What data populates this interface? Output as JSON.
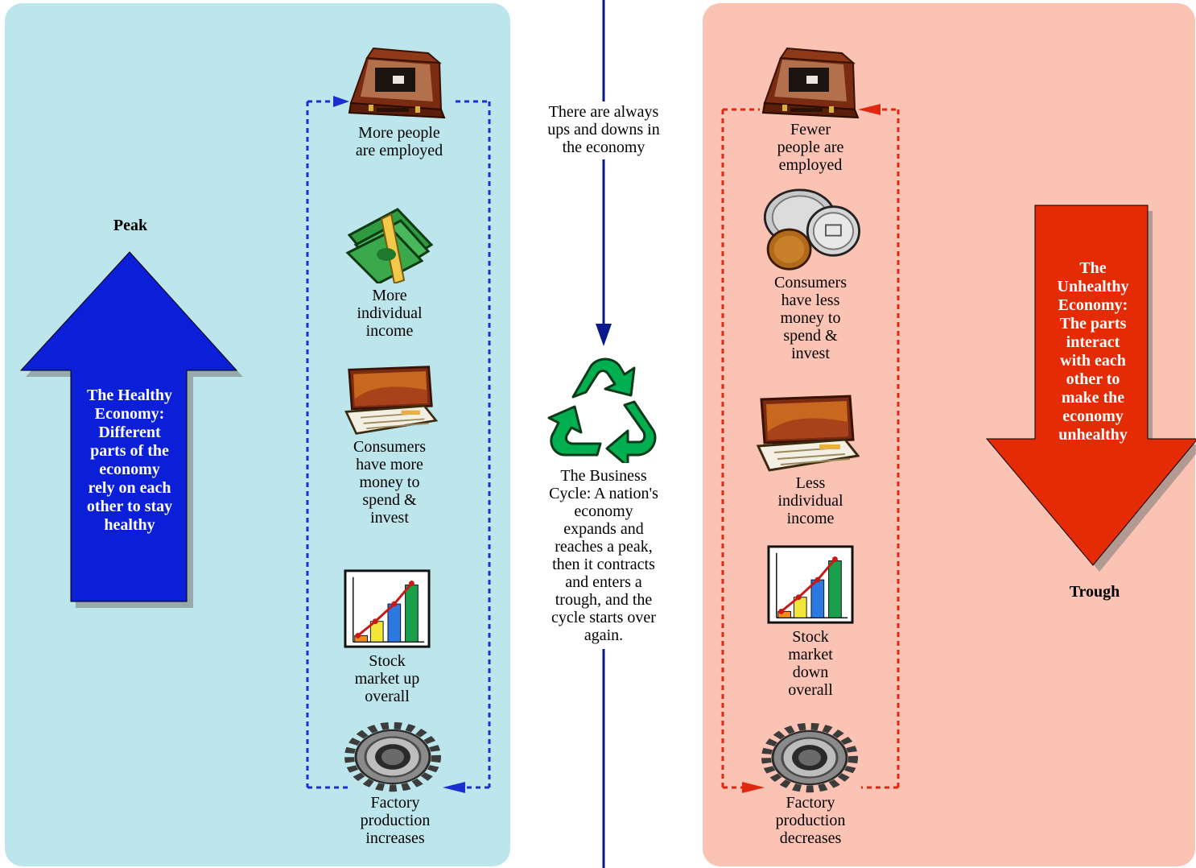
{
  "colors": {
    "left_panel": "#bde6ec",
    "right_panel": "#fbc3b4",
    "healthy_arrow": "#0b1fd8",
    "unhealthy_arrow": "#e52a06",
    "center_line": "#0a1a8c",
    "recycle_green": "#00b050",
    "left_loop": "#1a2fd0",
    "right_loop": "#e02810"
  },
  "left": {
    "peak_label": "Peak",
    "arrow_text": "The Healthy\nEconomy:\nDifferent\nparts of the\neconomy\nrely on each\nother to stay\nhealthy",
    "items": [
      {
        "icon": "briefcase-icon",
        "label": "More people\nare employed"
      },
      {
        "icon": "money-icon",
        "label": "More\nindividual\nincome"
      },
      {
        "icon": "checkbook-icon",
        "label": "Consumers\nhave more\nmoney to\nspend &\ninvest"
      },
      {
        "icon": "stock-chart-icon",
        "label": "Stock\nmarket up\noverall"
      },
      {
        "icon": "gear-icon",
        "label": "Factory\nproduction\nincreases"
      }
    ]
  },
  "center": {
    "top_text": "There are always\nups and downs in\nthe economy",
    "cycle_icon": "recycle-icon",
    "bottom_text": "The Business\nCycle: A nation's\neconomy\nexpands and\nreaches a peak,\nthen it contracts\nand enters a\ntrough, and the\ncycle starts over\nagain."
  },
  "right": {
    "trough_label": "Trough",
    "arrow_text": "The\nUnhealthy\nEconomy:\nThe parts\ninteract\nwith each\nother to\nmake the\neconomy\nunhealthy",
    "items": [
      {
        "icon": "briefcase-icon",
        "label": "Fewer\npeople are\nemployed"
      },
      {
        "icon": "coins-icon",
        "label": "Consumers\nhave less\nmoney to\nspend &\ninvest"
      },
      {
        "icon": "checkbook-icon",
        "label": "Less\nindividual\nincome"
      },
      {
        "icon": "stock-chart-icon",
        "label": "Stock\nmarket\ndown\noverall"
      },
      {
        "icon": "gear-icon",
        "label": "Factory\nproduction\ndecreases"
      }
    ]
  }
}
